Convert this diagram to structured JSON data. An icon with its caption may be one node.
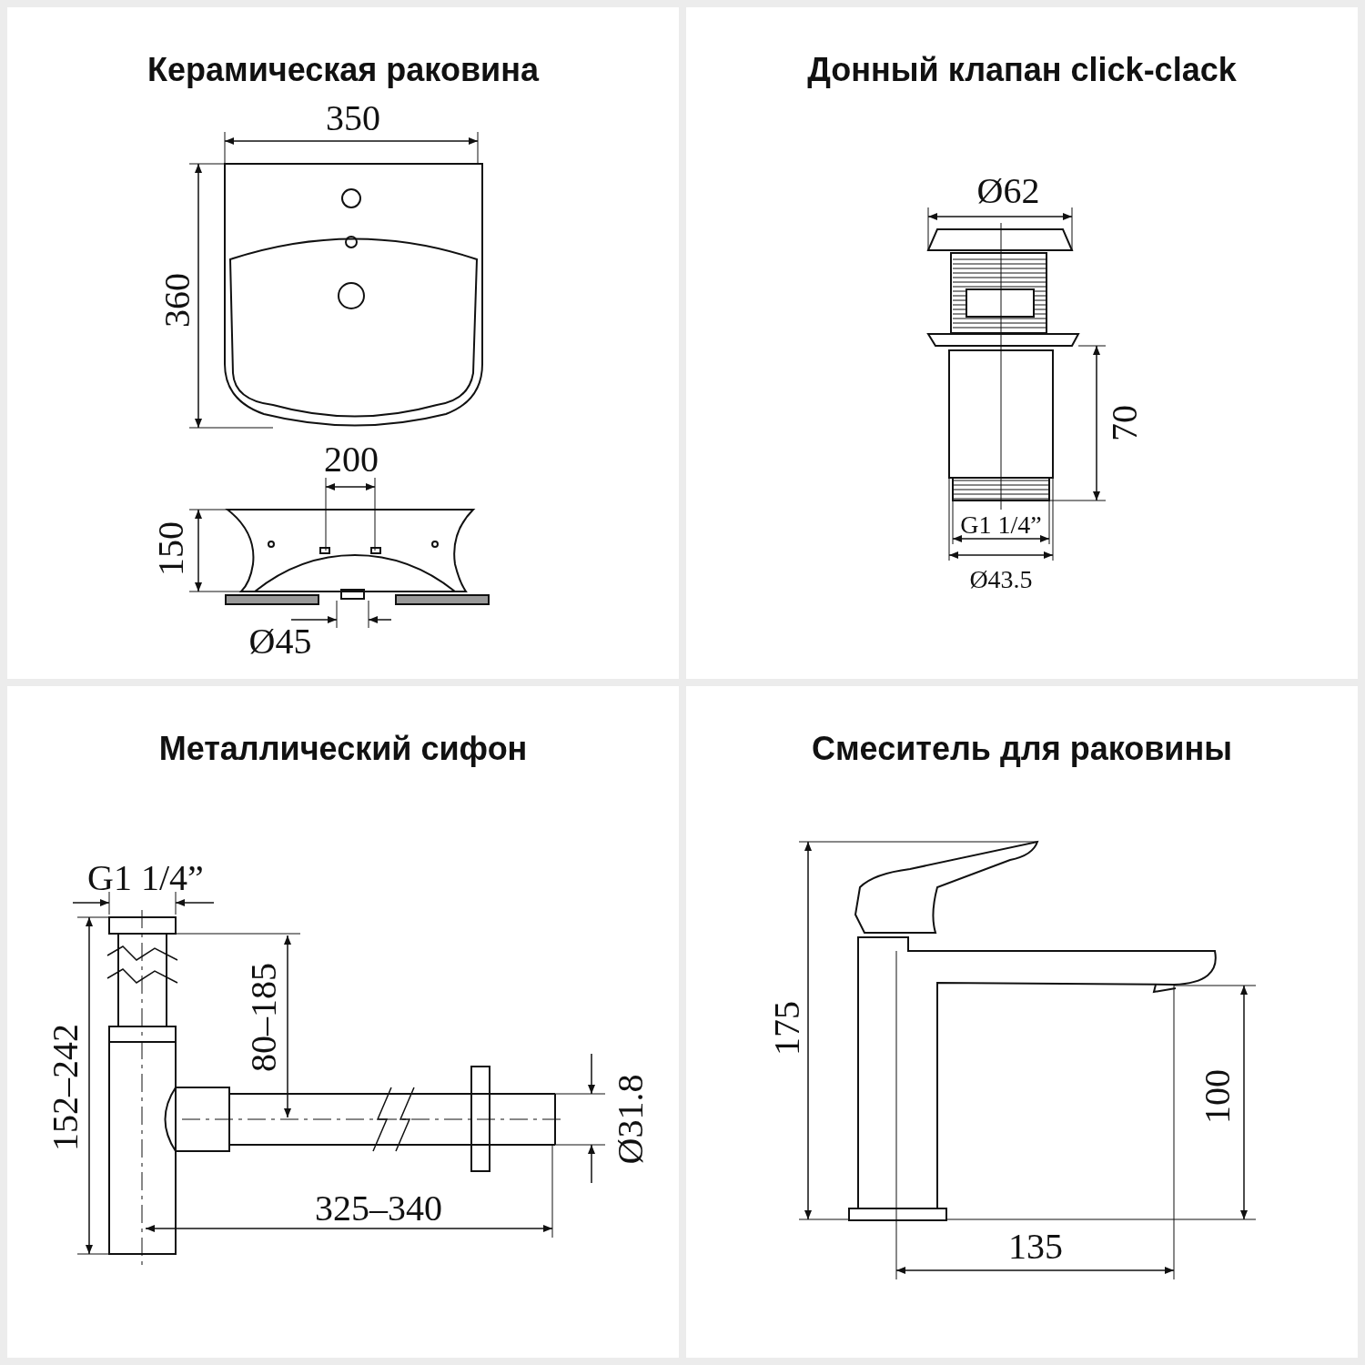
{
  "diagram": {
    "nodes": [
      {
        "text": [
          "Керамическая раковина"
        ]
      },
      {
        "text": [
          "Донный клапан click-clack"
        ]
      },
      {
        "text": [
          "Металлический сифон"
        ]
      },
      {
        "text": [
          "Смеситель для раковины"
        ]
      }
    ],
    "labels": [
      "350",
      "360",
      "200",
      "150",
      "Ø45",
      "Ø62",
      "70",
      "G1 1/4”",
      "Ø43.5",
      "G1 1/4”",
      "80–185",
      "152–242",
      "Ø31.8",
      "325–340",
      "175",
      "100",
      "135"
    ]
  }
}
